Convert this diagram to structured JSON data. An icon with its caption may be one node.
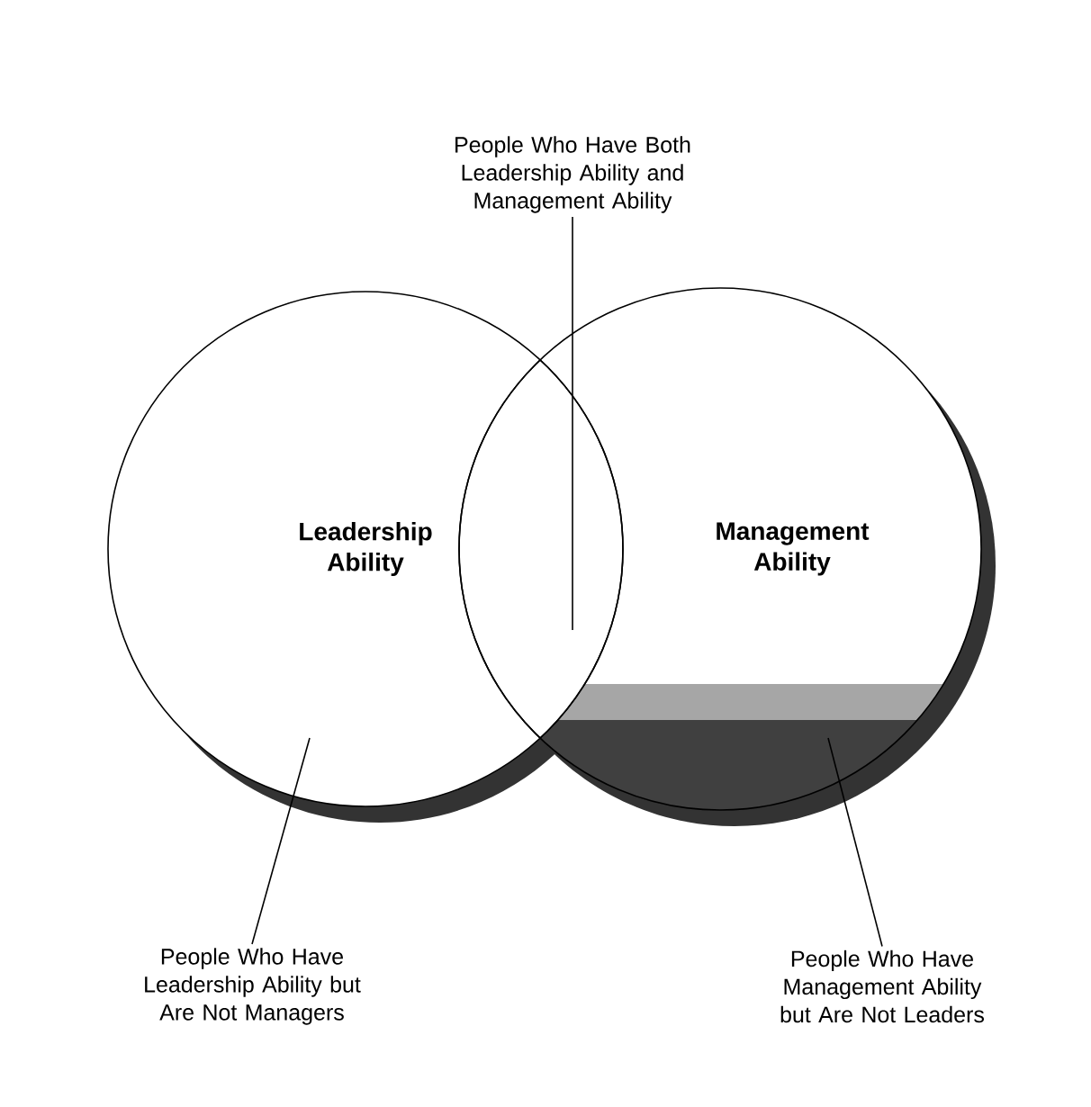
{
  "diagram": {
    "nodes": [
      {
        "text": [
          "Leadership Ability"
        ]
      },
      {
        "text": [
          "Management Ability"
        ]
      },
      {
        "text": [
          "People Who Have Both Leadership Ability and Management Ability"
        ]
      },
      {
        "text": [
          "People Who Have Leadership Ability but Are Not Managers"
        ]
      },
      {
        "text": [
          "People Who Have Management Ability but Are Not Leaders"
        ]
      },
      {
        "text": [],
        "shape": "lens"
      }
    ],
    "edges": [
      {
        "from": 2,
        "to": 5,
        "arrow": "none"
      },
      {
        "from": 3,
        "to": 0,
        "arrow": "none"
      },
      {
        "from": 4,
        "to": 1,
        "arrow": "none"
      }
    ]
  }
}
